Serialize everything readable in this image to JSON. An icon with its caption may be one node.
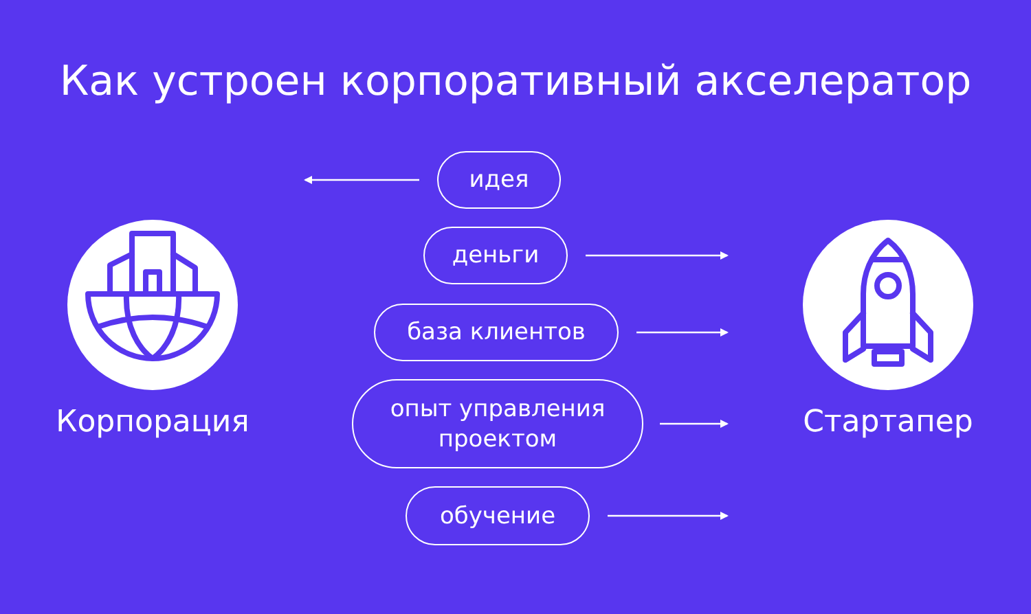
{
  "diagram": {
    "title": "Как устроен корпоративный акселератор",
    "nodes": [
      {
        "text": [
          "Корпорация"
        ]
      },
      {
        "text": [
          "идея"
        ]
      },
      {
        "text": [
          "деньги"
        ]
      },
      {
        "text": [
          "база клиентов"
        ]
      },
      {
        "text": [
          "опыт управления проектом"
        ]
      },
      {
        "text": [
          "обучение"
        ]
      },
      {
        "text": [
          "Стартапер"
        ]
      }
    ],
    "edges": [
      {
        "from": 1,
        "to": null,
        "arrow": "to"
      },
      {
        "from": 2,
        "to": null,
        "arrow": "to"
      },
      {
        "from": 3,
        "to": null,
        "arrow": "to"
      },
      {
        "from": 4,
        "to": null,
        "arrow": "to"
      },
      {
        "from": 5,
        "to": null,
        "arrow": "to"
      }
    ]
  }
}
